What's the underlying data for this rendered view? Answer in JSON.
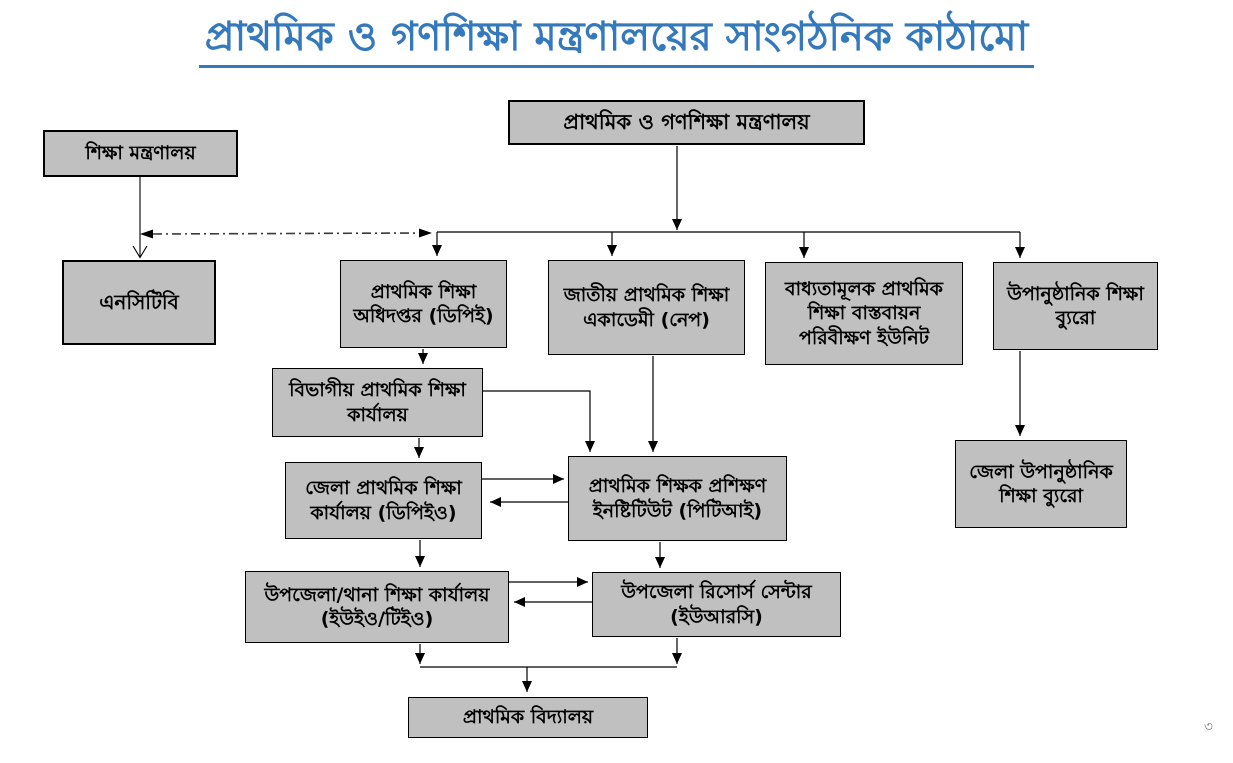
{
  "title": "প্রাথমিক ও গণশিক্ষা মন্ত্রণালয়ের সাংগঠনিক কাঠামো",
  "page_number": "৩",
  "colors": {
    "title_blue": "#3579BD",
    "box_fill": "#C0C0C0",
    "box_border": "#000000",
    "connector": "#000000",
    "page_number_gray": "#8A8A8A",
    "background": "#FFFFFF"
  },
  "nodes": {
    "ministry": {
      "label": "প্রাথমিক ও গণশিক্ষা মন্ত্রণালয়"
    },
    "education_ministry": {
      "label": "শিক্ষা মন্ত্রণালয়"
    },
    "nctb": {
      "label": "এনসিটিবি"
    },
    "dpe": {
      "label": "প্রাথমিক শিক্ষা অধিদপ্তর (ডিপিই)"
    },
    "nape": {
      "label": "জাতীয় প্রাথমিক শিক্ষা একাডেমী (নেপ)"
    },
    "cpeimu": {
      "label": "বাধ্যতামূলক প্রাথমিক শিক্ষা বাস্তবায়ন পরিবীক্ষণ ইউনিট"
    },
    "bnfe": {
      "label": "উপানুষ্ঠানিক শিক্ষা ব্যুরো"
    },
    "divisional": {
      "label": "বিভাগীয় প্রাথমিক শিক্ষা কার্যালয়"
    },
    "dpeo": {
      "label": "জেলা প্রাথমিক শিক্ষা কার্যালয় (ডিপিইও)"
    },
    "pti": {
      "label": "প্রাথমিক শিক্ষক প্রশিক্ষণ ইনষ্টিটিউট (পিটিআই)"
    },
    "district_nfe": {
      "label": "জেলা উপানুষ্ঠানিক শিক্ষা ব্যুরো"
    },
    "ueo": {
      "label": "উপজেলা/থানা শিক্ষা কার্যালয় (ইউইও/টিইও)"
    },
    "urc": {
      "label": "উপজেলা রিসোর্স সেন্টার (ইউআরসি)"
    },
    "primary_school": {
      "label": "প্রাথমিক বিদ্যালয়"
    }
  },
  "edges": [
    {
      "from": "education_ministry",
      "to": "nctb",
      "style": "solid"
    },
    {
      "from": "nctb",
      "to": "dpe",
      "style": "dash-dot",
      "bidirectional": true
    },
    {
      "from": "ministry",
      "to": "dpe",
      "style": "solid"
    },
    {
      "from": "ministry",
      "to": "nape",
      "style": "solid"
    },
    {
      "from": "ministry",
      "to": "cpeimu",
      "style": "solid"
    },
    {
      "from": "ministry",
      "to": "bnfe",
      "style": "solid"
    },
    {
      "from": "dpe",
      "to": "divisional",
      "style": "solid"
    },
    {
      "from": "divisional",
      "to": "pti",
      "style": "solid"
    },
    {
      "from": "nape",
      "to": "pti",
      "style": "solid"
    },
    {
      "from": "divisional",
      "to": "dpeo",
      "style": "solid"
    },
    {
      "from": "dpeo",
      "to": "pti",
      "style": "solid",
      "bidirectional": true
    },
    {
      "from": "dpeo",
      "to": "ueo",
      "style": "solid"
    },
    {
      "from": "pti",
      "to": "urc",
      "style": "solid"
    },
    {
      "from": "ueo",
      "to": "urc",
      "style": "solid",
      "bidirectional": true
    },
    {
      "from": "bnfe",
      "to": "district_nfe",
      "style": "solid"
    },
    {
      "from": "ueo",
      "to": "primary_school",
      "style": "solid"
    },
    {
      "from": "urc",
      "to": "primary_school",
      "style": "solid"
    }
  ]
}
